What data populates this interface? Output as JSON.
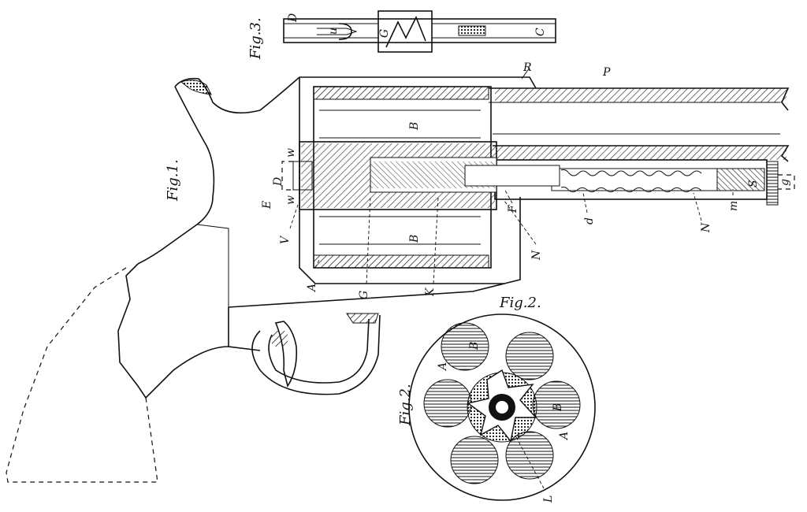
{
  "figures": {
    "fig1": "Fig.1.",
    "fig2_top": "Fig.2.",
    "fig2_side": "Fig.2.",
    "fig3": "Fig.3."
  },
  "labels": {
    "P": "P",
    "R": "R",
    "E": "E",
    "D": "D",
    "w_top": "w",
    "w_bot": "w",
    "V": "V",
    "A": "A",
    "G": "G",
    "K": "K",
    "F": "F",
    "N": "N",
    "b_top": "B",
    "b_bot": "B",
    "d": "d",
    "m": "m",
    "n": "N",
    "s": "S",
    "g": "g",
    "fig3_D": "D",
    "fig3_u": "u",
    "fig3_G": "G",
    "fig3_C": "C",
    "fig2_A1": "A",
    "fig2_A2": "A",
    "fig2_B1": "B",
    "fig2_B2": "B",
    "fig2_L": "L"
  }
}
